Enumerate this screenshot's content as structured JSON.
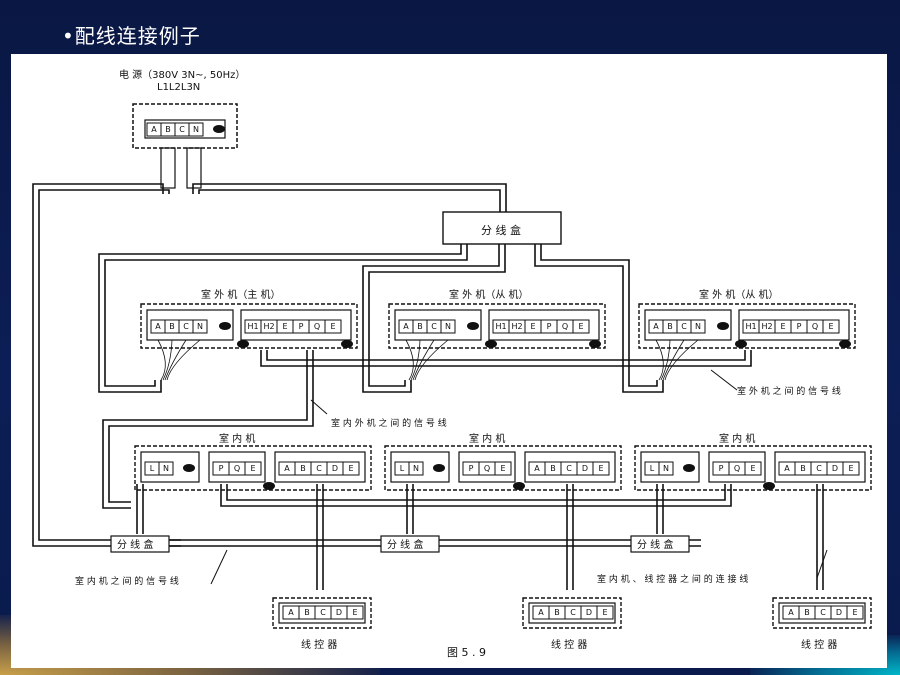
{
  "slide": {
    "title": "•配线连接例子"
  },
  "diagram": {
    "power_label": "电 源（380V 3N~, 50Hz）",
    "phase_label": "L1L2L3N",
    "power_terminals": [
      "A",
      "B",
      "C",
      "N"
    ],
    "junction_box": "分 线 盒",
    "outdoor_units": [
      {
        "title": "室 外 机（主 机）"
      },
      {
        "title": "室 外 机（从 机）"
      },
      {
        "title": "室 外 机（从 机）"
      }
    ],
    "outdoor_power_terminals": [
      "A",
      "B",
      "C",
      "N"
    ],
    "outdoor_signal_terminals": [
      "H1",
      "H2",
      "E",
      "P",
      "Q",
      "E"
    ],
    "indoor_units": [
      {
        "title": "室 内 机"
      },
      {
        "title": "室 内 机"
      },
      {
        "title": "室 内 机"
      }
    ],
    "indoor_power_terminals": [
      "L",
      "N"
    ],
    "indoor_signal_terminals": [
      "P",
      "Q",
      "E"
    ],
    "indoor_controller_terminals": [
      "A",
      "B",
      "C",
      "D",
      "E"
    ],
    "controllers": [
      {
        "title": "线 控 器"
      },
      {
        "title": "线 控 器"
      },
      {
        "title": "线 控 器"
      }
    ],
    "controller_terminals": [
      "A",
      "B",
      "C",
      "D",
      "E"
    ],
    "annotations": {
      "outdoor_signal": "室 外 机 之 间 的 信 号 线",
      "indoor_outdoor_signal": "室 内 外 机 之 间 的 信 号 线",
      "indoor_signal": "室 内 机 之 间 的 信 号 线",
      "indoor_controller": "室 内 机 、 线 控 器 之 间 的 连 接 线"
    },
    "figure_caption": "图 5 . 9"
  }
}
